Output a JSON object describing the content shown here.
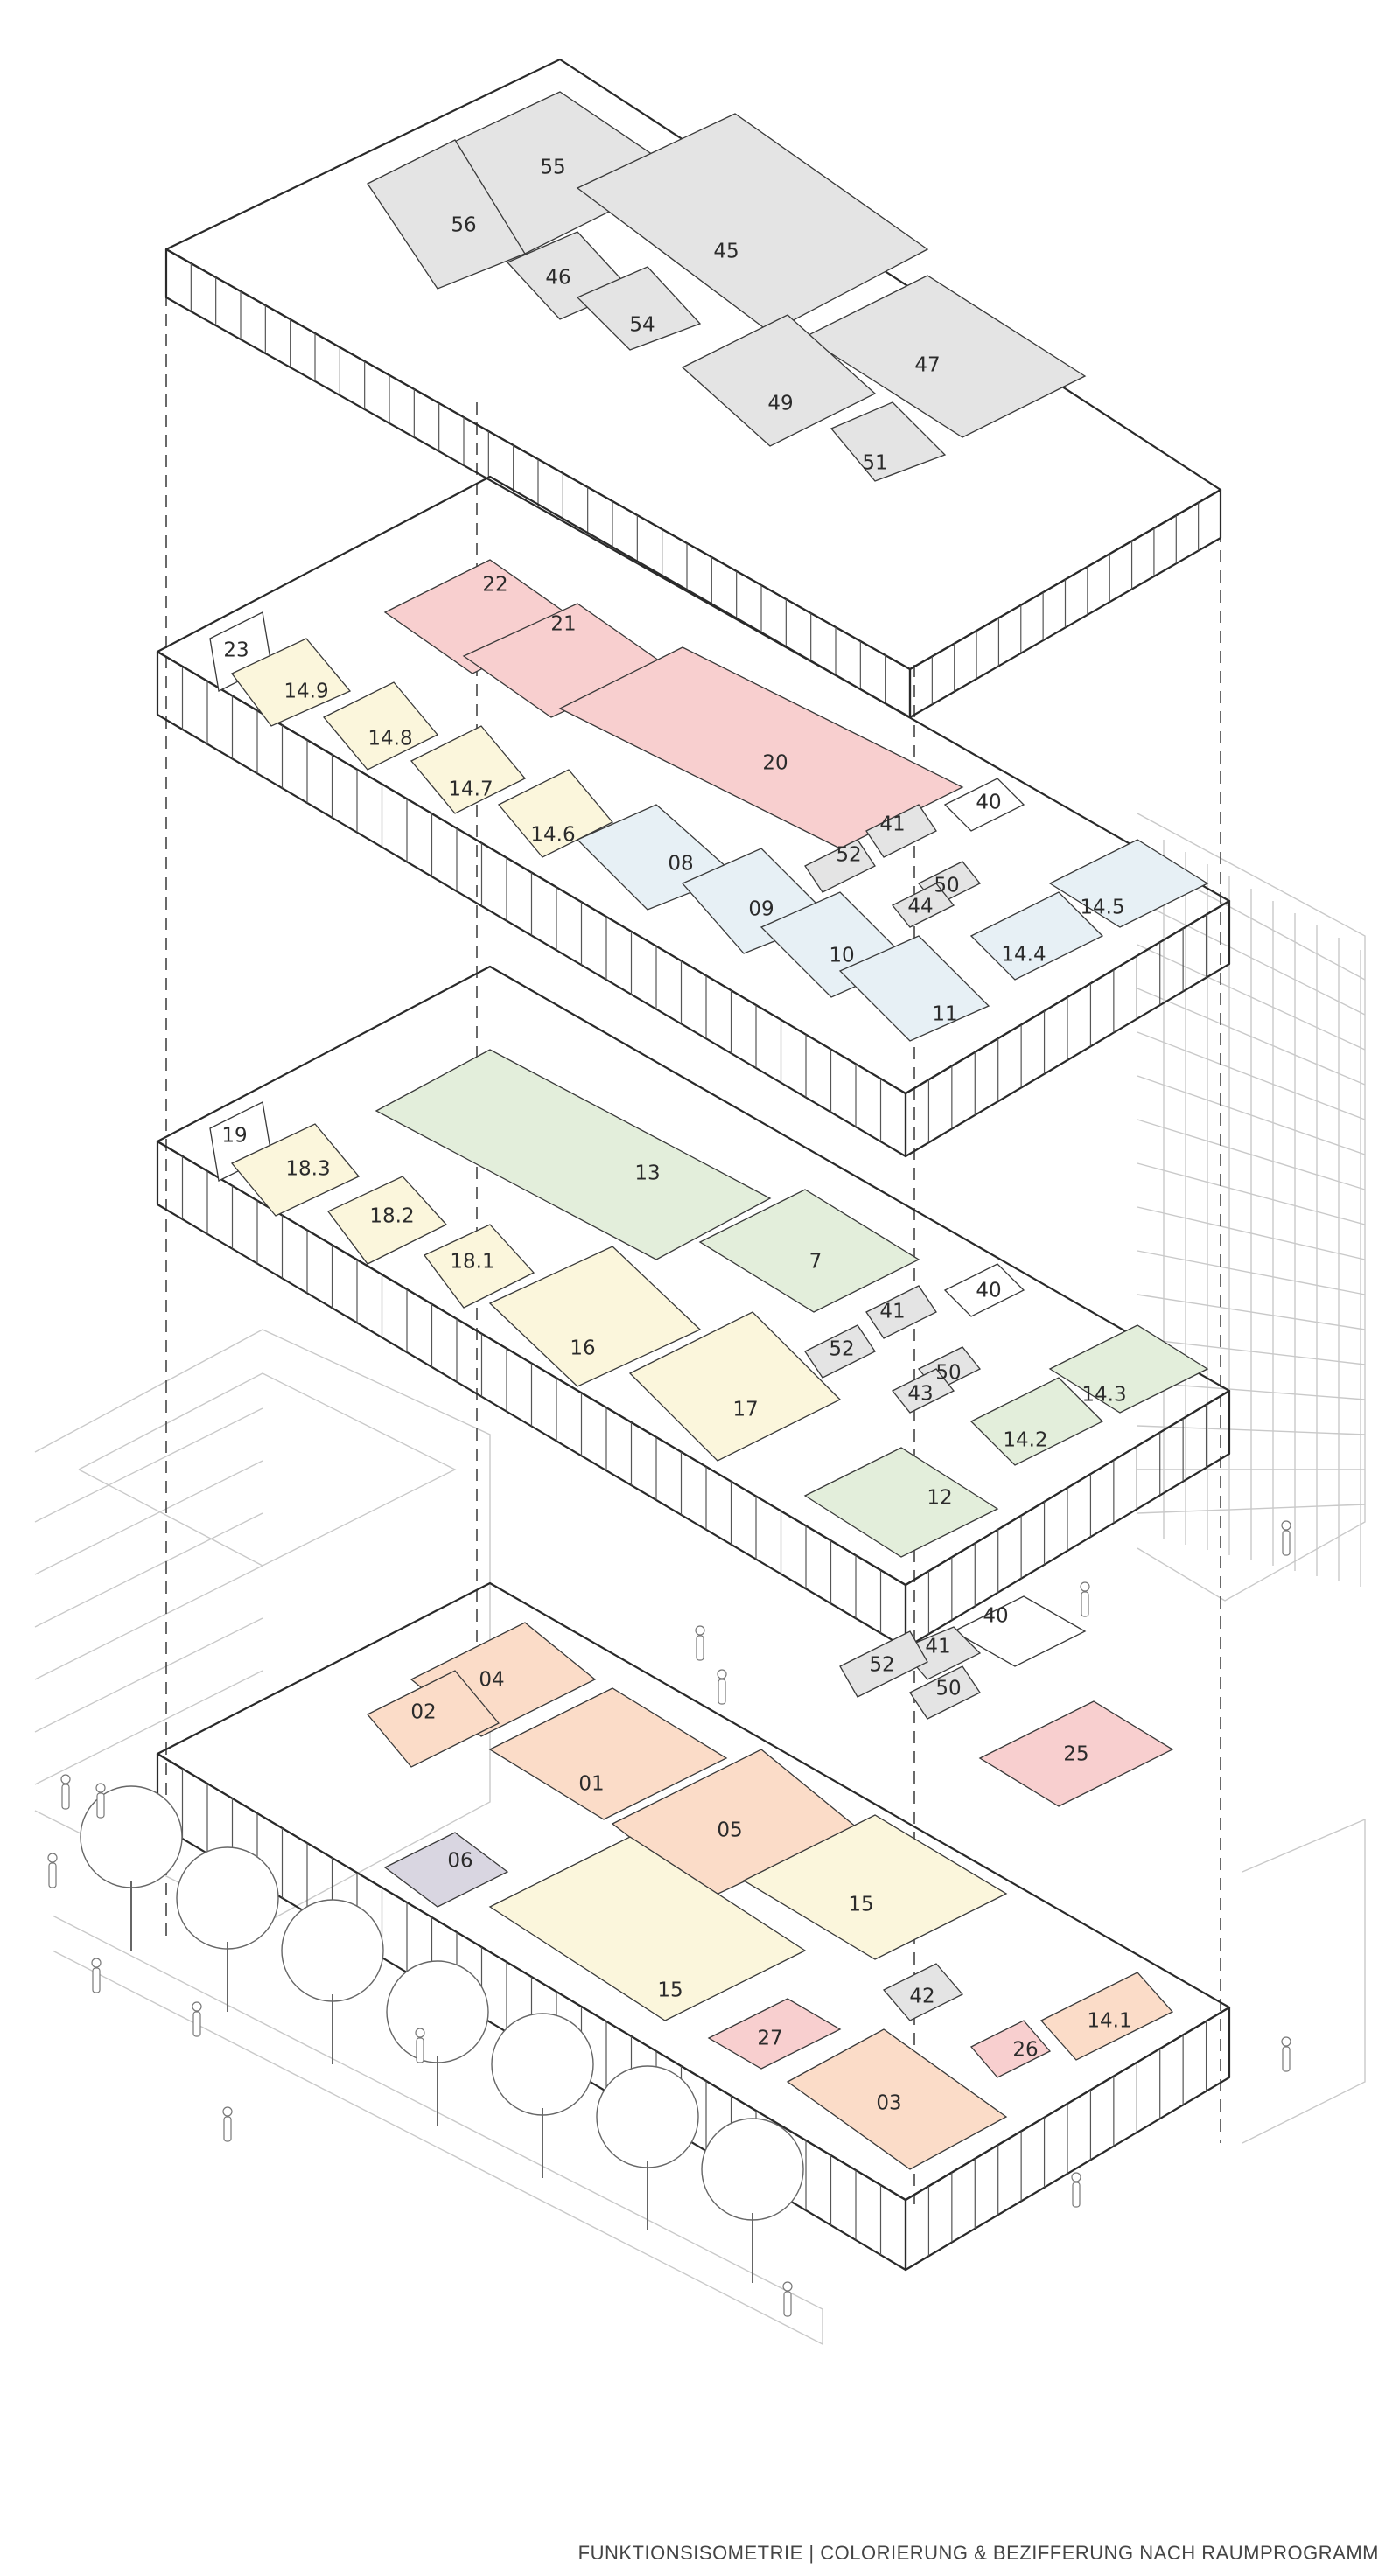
{
  "caption": "FUNKTIONSISOMETRIE  | COLORIERUNG & BEZIFFERUNG  NACH RAUMPROGRAMM",
  "colors": {
    "grey": "#e4e4e4",
    "red": "#f8cfcf",
    "yellow": "#fbf6dc",
    "blue": "#e7f0f5",
    "green": "#e3eedb",
    "orange": "#fbdcc8",
    "purple": "#d9d6e1",
    "white": "#ffffff"
  },
  "floors": [
    {
      "id": "roof",
      "rooms": [
        {
          "label": "55",
          "color": "grey"
        },
        {
          "label": "56",
          "color": "grey"
        },
        {
          "label": "45",
          "color": "grey"
        },
        {
          "label": "46",
          "color": "grey"
        },
        {
          "label": "54",
          "color": "grey"
        },
        {
          "label": "47",
          "color": "grey"
        },
        {
          "label": "49",
          "color": "grey"
        },
        {
          "label": "51",
          "color": "grey"
        }
      ]
    },
    {
      "id": "upper",
      "rooms": [
        {
          "label": "22",
          "color": "red"
        },
        {
          "label": "21",
          "color": "red"
        },
        {
          "label": "20",
          "color": "red"
        },
        {
          "label": "23",
          "color": "white"
        },
        {
          "label": "14.9",
          "color": "yellow"
        },
        {
          "label": "14.8",
          "color": "yellow"
        },
        {
          "label": "14.7",
          "color": "yellow"
        },
        {
          "label": "14.6",
          "color": "yellow"
        },
        {
          "label": "08",
          "color": "blue"
        },
        {
          "label": "09",
          "color": "blue"
        },
        {
          "label": "10",
          "color": "blue"
        },
        {
          "label": "11",
          "color": "blue"
        },
        {
          "label": "41",
          "color": "grey"
        },
        {
          "label": "40",
          "color": "white"
        },
        {
          "label": "52",
          "color": "grey"
        },
        {
          "label": "50",
          "color": "grey"
        },
        {
          "label": "44",
          "color": "grey"
        },
        {
          "label": "14.5",
          "color": "blue"
        },
        {
          "label": "14.4",
          "color": "blue"
        }
      ]
    },
    {
      "id": "middle",
      "rooms": [
        {
          "label": "19",
          "color": "white"
        },
        {
          "label": "18.3",
          "color": "yellow"
        },
        {
          "label": "18.2",
          "color": "yellow"
        },
        {
          "label": "18.1",
          "color": "yellow"
        },
        {
          "label": "13",
          "color": "green"
        },
        {
          "label": "7",
          "color": "green"
        },
        {
          "label": "41",
          "color": "grey"
        },
        {
          "label": "40",
          "color": "white"
        },
        {
          "label": "52",
          "color": "grey"
        },
        {
          "label": "50",
          "color": "grey"
        },
        {
          "label": "43",
          "color": "grey"
        },
        {
          "label": "16",
          "color": "yellow"
        },
        {
          "label": "17",
          "color": "yellow"
        },
        {
          "label": "14.3",
          "color": "green"
        },
        {
          "label": "14.2",
          "color": "green"
        },
        {
          "label": "12",
          "color": "green"
        }
      ]
    },
    {
      "id": "ground",
      "rooms": [
        {
          "label": "40",
          "color": "white"
        },
        {
          "label": "41",
          "color": "grey"
        },
        {
          "label": "52",
          "color": "grey"
        },
        {
          "label": "50",
          "color": "grey"
        },
        {
          "label": "25",
          "color": "red"
        },
        {
          "label": "04",
          "color": "orange"
        },
        {
          "label": "02",
          "color": "orange"
        },
        {
          "label": "01",
          "color": "orange"
        },
        {
          "label": "05",
          "color": "orange"
        },
        {
          "label": "06",
          "color": "purple"
        },
        {
          "label": "15",
          "color": "yellow"
        },
        {
          "label": "15",
          "color": "yellow"
        },
        {
          "label": "42",
          "color": "grey"
        },
        {
          "label": "27",
          "color": "red"
        },
        {
          "label": "26",
          "color": "red"
        },
        {
          "label": "14.1",
          "color": "orange"
        },
        {
          "label": "03",
          "color": "orange"
        }
      ]
    }
  ]
}
